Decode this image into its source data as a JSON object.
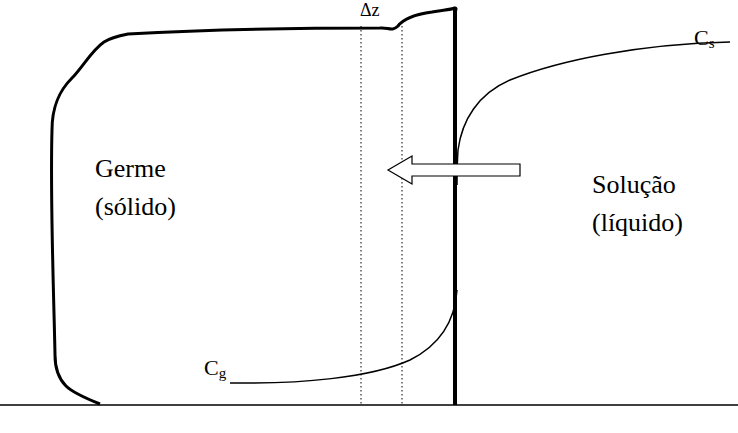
{
  "diagram": {
    "labels": [
      "Germe (sólido)",
      "Solução (líquido)",
      "Δz",
      "Cs",
      "Cg"
    ]
  }
}
